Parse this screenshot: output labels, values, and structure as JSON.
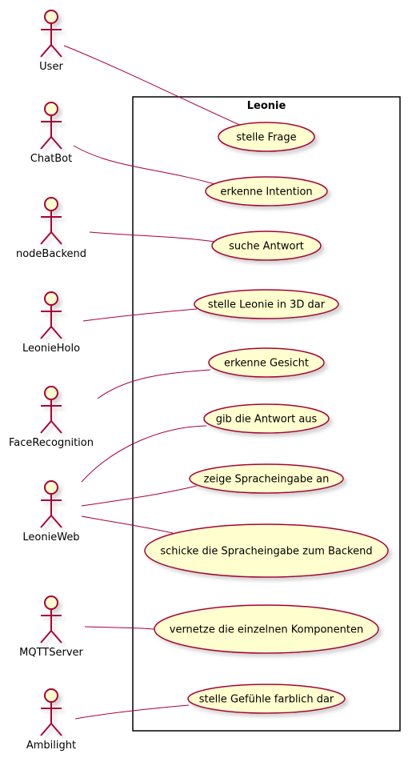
{
  "system": {
    "title": "Leonie"
  },
  "actors": [
    {
      "id": "user",
      "name": "User"
    },
    {
      "id": "chatbot",
      "name": "ChatBot"
    },
    {
      "id": "nodebackend",
      "name": "nodeBackend"
    },
    {
      "id": "leonieholo",
      "name": "LeonieHolo"
    },
    {
      "id": "facerecognition",
      "name": "FaceRecognition"
    },
    {
      "id": "leonieweb",
      "name": "LeonieWeb"
    },
    {
      "id": "mqttserver",
      "name": "MQTTServer"
    },
    {
      "id": "ambilight",
      "name": "Ambilight"
    }
  ],
  "usecases": [
    {
      "id": "uc1",
      "label": "stelle Frage"
    },
    {
      "id": "uc2",
      "label": "erkenne Intention"
    },
    {
      "id": "uc3",
      "label": "suche Antwort"
    },
    {
      "id": "uc4",
      "label": "stelle Leonie in 3D dar"
    },
    {
      "id": "uc5",
      "label": "erkenne Gesicht"
    },
    {
      "id": "uc6",
      "label": "gib die Antwort aus"
    },
    {
      "id": "uc7",
      "label": "zeige Spracheingabe an"
    },
    {
      "id": "uc8",
      "label": "schicke die Spracheingabe zum Backend"
    },
    {
      "id": "uc9",
      "label": "vernetze die einzelnen Komponenten"
    },
    {
      "id": "uc10",
      "label": "stelle Gefühle farblich dar"
    }
  ],
  "colors": {
    "actor_fill": "#FEFECE",
    "actor_stroke": "#A80036",
    "usecase_fill": "#FEFECE",
    "usecase_stroke": "#A80036",
    "link": "#A80036",
    "shadow": "#C8C8C8",
    "boundary": "#000000",
    "text": "#000000"
  }
}
